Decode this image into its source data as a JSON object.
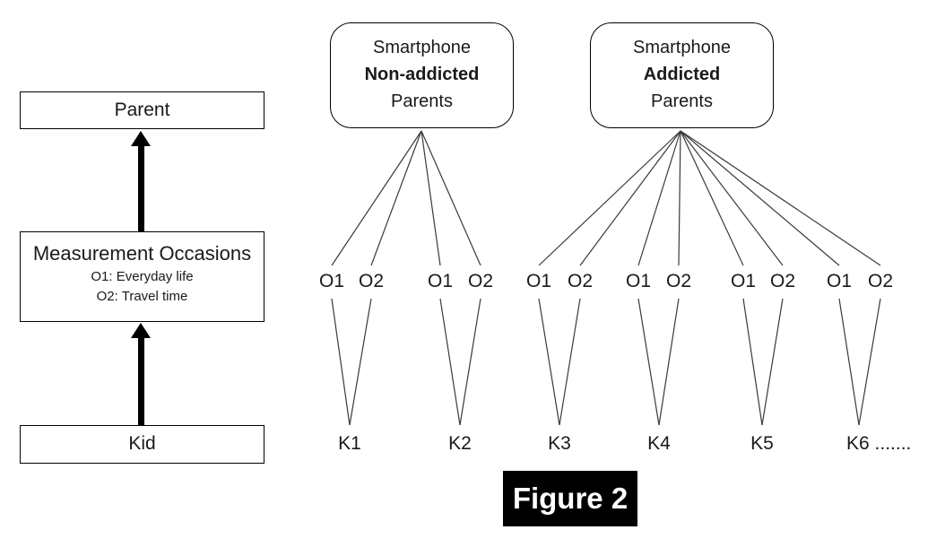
{
  "figure": {
    "caption": "Figure 2"
  },
  "left_flow": {
    "parent_label": "Parent",
    "occasions_title": "Measurement Occasions",
    "occasion_1": "O1: Everyday life",
    "occasion_2": "O2: Travel time",
    "kid_label": "Kid"
  },
  "diagram": {
    "groups": [
      {
        "name": "smartphone-non-addicted-parents",
        "title_lines": [
          {
            "text": "Smartphone",
            "bold": false
          },
          {
            "text": "Non-addicted",
            "bold": true
          },
          {
            "text": "Parents",
            "bold": false
          }
        ],
        "kids": [
          {
            "label": "K1",
            "occasions": [
              "O1",
              "O2"
            ]
          },
          {
            "label": "K2",
            "occasions": [
              "O1",
              "O2"
            ]
          }
        ]
      },
      {
        "name": "smartphone-addicted-parents",
        "title_lines": [
          {
            "text": "Smartphone",
            "bold": false
          },
          {
            "text": "Addicted",
            "bold": true
          },
          {
            "text": "Parents",
            "bold": false
          }
        ],
        "kids": [
          {
            "label": "K3",
            "occasions": [
              "O1",
              "O2"
            ]
          },
          {
            "label": "K4",
            "occasions": [
              "O1",
              "O2"
            ]
          },
          {
            "label": "K5",
            "occasions": [
              "O1",
              "O2"
            ]
          },
          {
            "label": "K6 .......",
            "occasions": [
              "O1",
              "O2"
            ]
          }
        ]
      }
    ]
  },
  "colors": {
    "line": "#3a3a3a",
    "box_border": "#000000",
    "caption_bg": "#000000",
    "caption_text": "#ffffff",
    "background": "#ffffff"
  }
}
